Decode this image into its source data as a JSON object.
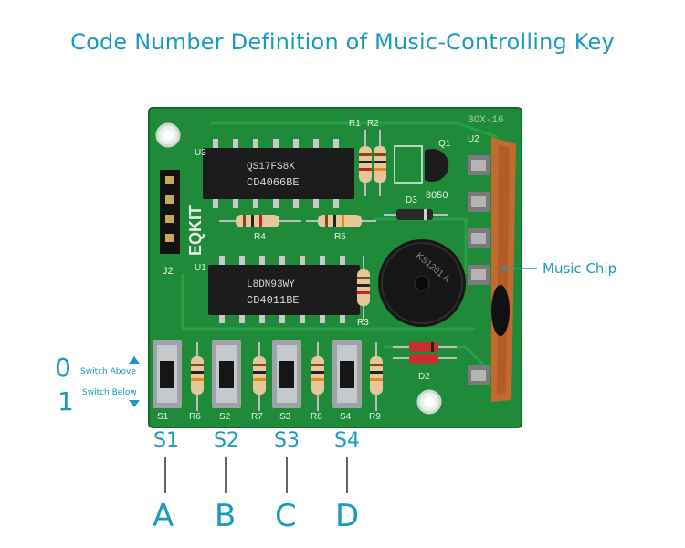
{
  "title": "Code Number Definition of Music-Controlling Key",
  "legend": {
    "above": {
      "digit": "0",
      "text": "Switch Above"
    },
    "below": {
      "digit": "1",
      "text": "Switch Below"
    }
  },
  "switches": [
    {
      "label": "S1",
      "key": "A"
    },
    {
      "label": "S2",
      "key": "B"
    },
    {
      "label": "S3",
      "key": "C"
    },
    {
      "label": "S4",
      "key": "D"
    }
  ],
  "music_chip_label": "Music Chip",
  "board": {
    "brand": "EQKIT",
    "model": "BOX-16",
    "chip1": {
      "line1": "QS17FS8K",
      "line2": "CD4066BE"
    },
    "chip2": {
      "line1": "L8DN93WY",
      "line2": "CD4011BE"
    },
    "buzzer_text": "KS1201 A",
    "silk": {
      "r1": "R1",
      "r2": "R2",
      "r3": "R3",
      "r4": "R4",
      "r5": "R5",
      "r6": "R6",
      "r7": "R7",
      "r8": "R8",
      "r9": "R9",
      "q1": "Q1",
      "d2": "D2",
      "d3": "D3",
      "j2": "J2",
      "u1": "U1",
      "u2": "U2",
      "u3": "U3",
      "transistor": "8050",
      "s1": "S1",
      "s2": "S2",
      "s3": "S3",
      "s4": "S4"
    }
  },
  "colors": {
    "accent": "#1a9ac0",
    "pcb": "#1f8a3a",
    "pcb_dark": "#14702c",
    "silk": "#e8f3ea",
    "chip": "#1c1c1c",
    "music_chip": "#c46a2e"
  }
}
